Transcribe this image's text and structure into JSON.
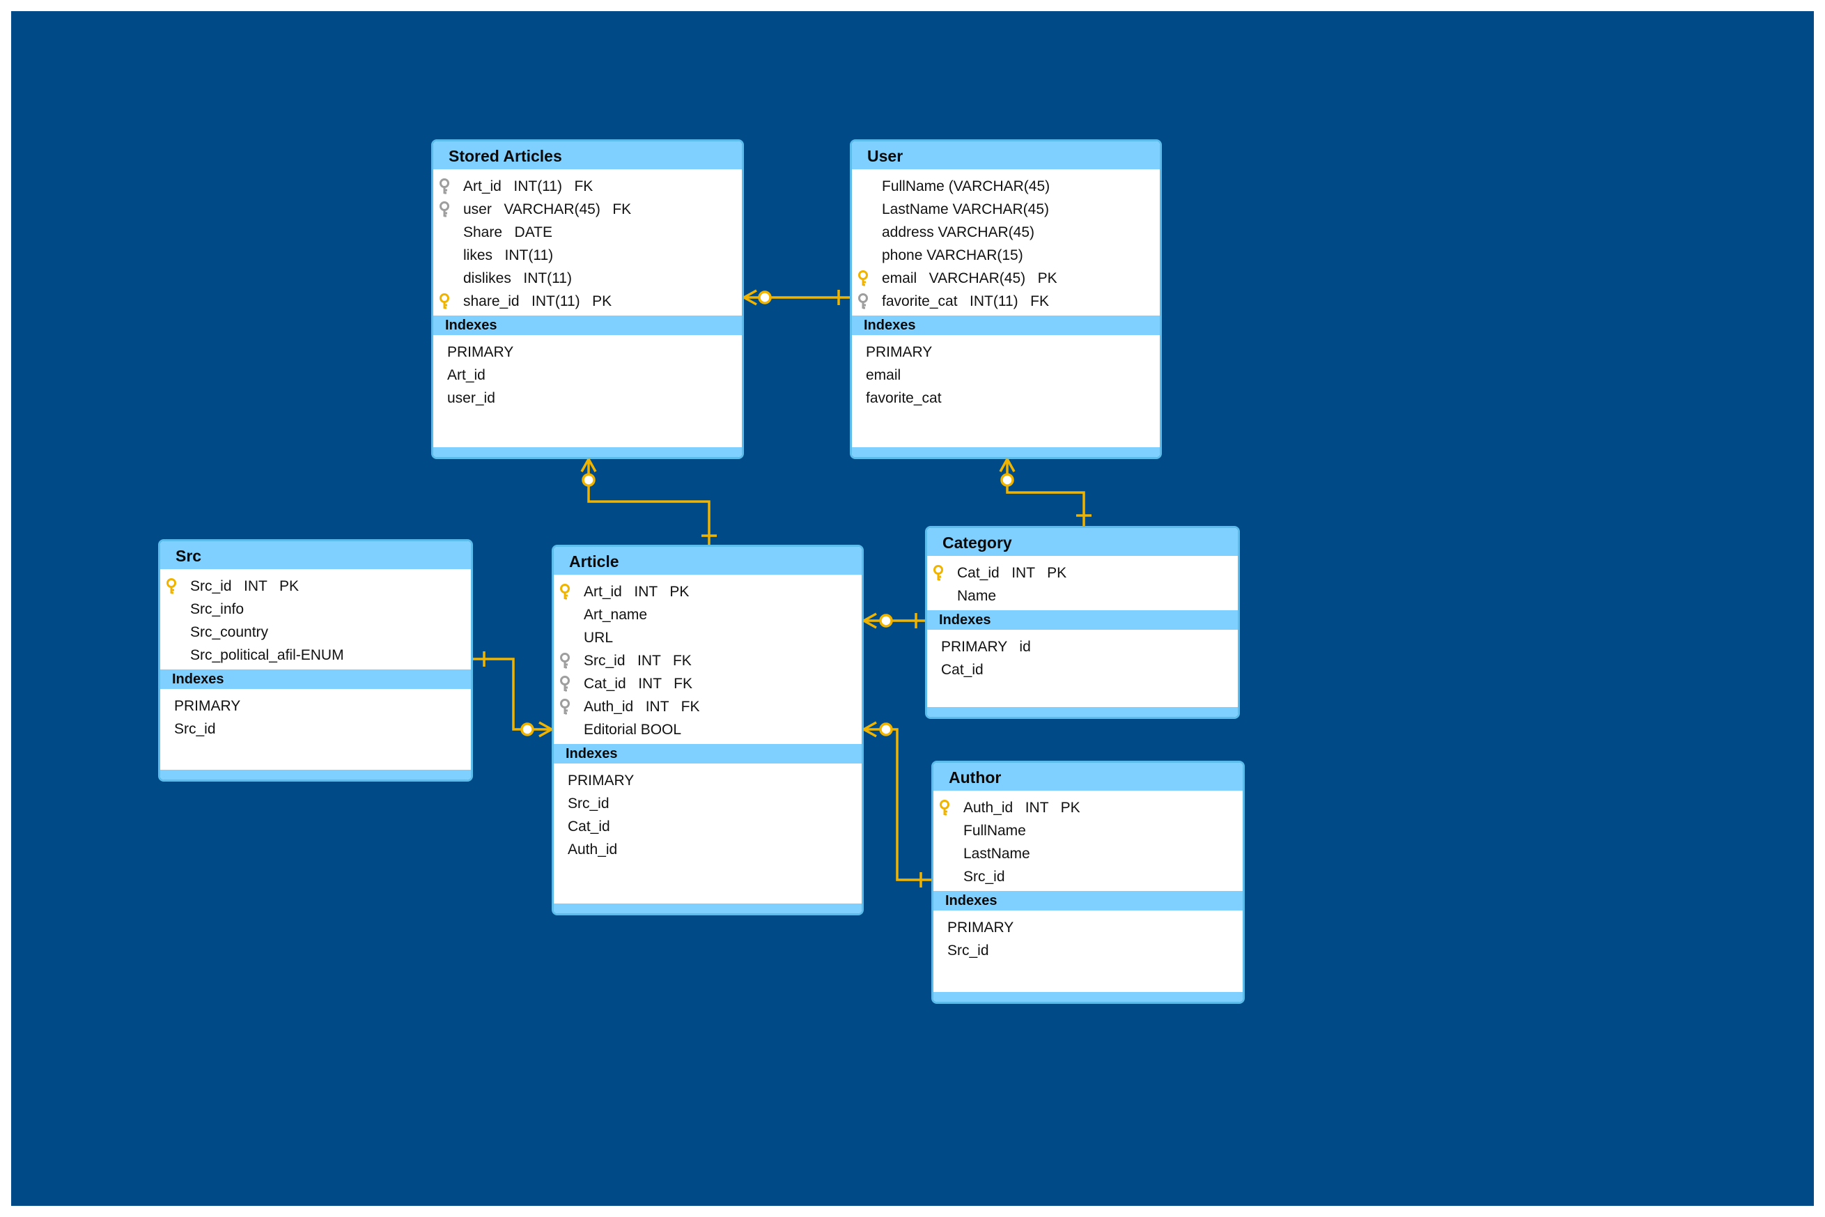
{
  "colors": {
    "background": "#004b87",
    "header": "#80d0ff",
    "border": "#5cbcec",
    "link": "#f0b400",
    "pk_key": "#f0b400",
    "fk_key": "#9e9e9e"
  },
  "tables": [
    {
      "id": "stored_articles",
      "title": "Stored Articles",
      "columns": [
        {
          "text": "Art_id   INT(11)   FK",
          "icon": "fk-key-icon"
        },
        {
          "text": "user   VARCHAR(45)   FK",
          "icon": "fk-key-icon"
        },
        {
          "text": "Share   DATE",
          "icon": ""
        },
        {
          "text": "likes   INT(11)",
          "icon": ""
        },
        {
          "text": "dislikes   INT(11)",
          "icon": ""
        },
        {
          "text": "share_id   INT(11)   PK",
          "icon": "pk-key-icon"
        }
      ],
      "indexes_label": "Indexes",
      "indexes": [
        "PRIMARY",
        "Art_id",
        "user_id"
      ]
    },
    {
      "id": "user",
      "title": "User",
      "columns": [
        {
          "text": "FullName (VARCHAR(45)",
          "icon": ""
        },
        {
          "text": "LastName VARCHAR(45)",
          "icon": ""
        },
        {
          "text": "address VARCHAR(45)",
          "icon": ""
        },
        {
          "text": "phone VARCHAR(15)",
          "icon": ""
        },
        {
          "text": "email   VARCHAR(45)   PK",
          "icon": "pk-key-icon"
        },
        {
          "text": "favorite_cat   INT(11)   FK",
          "icon": "fk-key-icon"
        }
      ],
      "indexes_label": "Indexes",
      "indexes": [
        "PRIMARY",
        "email",
        "favorite_cat"
      ]
    },
    {
      "id": "src",
      "title": "Src",
      "columns": [
        {
          "text": "Src_id   INT   PK",
          "icon": "pk-key-icon"
        },
        {
          "text": "Src_info",
          "icon": ""
        },
        {
          "text": "Src_country",
          "icon": ""
        },
        {
          "text": "Src_political_afil-ENUM",
          "icon": ""
        }
      ],
      "indexes_label": "Indexes",
      "indexes": [
        "PRIMARY",
        "Src_id"
      ]
    },
    {
      "id": "article",
      "title": "Article",
      "columns": [
        {
          "text": "Art_id   INT   PK",
          "icon": "pk-key-icon"
        },
        {
          "text": "Art_name",
          "icon": ""
        },
        {
          "text": "URL",
          "icon": ""
        },
        {
          "text": "Src_id   INT   FK",
          "icon": "fk-key-icon"
        },
        {
          "text": "Cat_id   INT   FK",
          "icon": "fk-key-icon"
        },
        {
          "text": "Auth_id   INT   FK",
          "icon": "fk-key-icon"
        },
        {
          "text": "Editorial BOOL",
          "icon": ""
        }
      ],
      "indexes_label": "Indexes",
      "indexes": [
        "PRIMARY",
        "Src_id",
        "Cat_id",
        "Auth_id"
      ]
    },
    {
      "id": "category",
      "title": "Category",
      "columns": [
        {
          "text": "Cat_id   INT   PK",
          "icon": "pk-key-icon"
        },
        {
          "text": "Name",
          "icon": ""
        }
      ],
      "indexes_label": "Indexes",
      "indexes": [
        "PRIMARY   id",
        "Cat_id"
      ]
    },
    {
      "id": "author",
      "title": "Author",
      "columns": [
        {
          "text": "Auth_id   INT   PK",
          "icon": "pk-key-icon"
        },
        {
          "text": "FullName",
          "icon": ""
        },
        {
          "text": "LastName",
          "icon": ""
        },
        {
          "text": "Src_id",
          "icon": ""
        }
      ],
      "indexes_label": "Indexes",
      "indexes": [
        "PRIMARY",
        "Src_id"
      ]
    }
  ],
  "relationships": [
    {
      "from": "stored_articles",
      "to": "user",
      "from_end": "zero-or-many",
      "to_end": "one"
    },
    {
      "from": "stored_articles",
      "to": "article",
      "from_end": "zero-or-many",
      "to_end": "one"
    },
    {
      "from": "user",
      "to": "category",
      "from_end": "zero-or-many",
      "to_end": "one"
    },
    {
      "from": "article",
      "to": "category",
      "from_end": "zero-or-many",
      "to_end": "one"
    },
    {
      "from": "article",
      "to": "src",
      "from_end": "zero-or-many",
      "to_end": "one"
    },
    {
      "from": "article",
      "to": "author",
      "from_end": "zero-or-many",
      "to_end": "one"
    }
  ]
}
